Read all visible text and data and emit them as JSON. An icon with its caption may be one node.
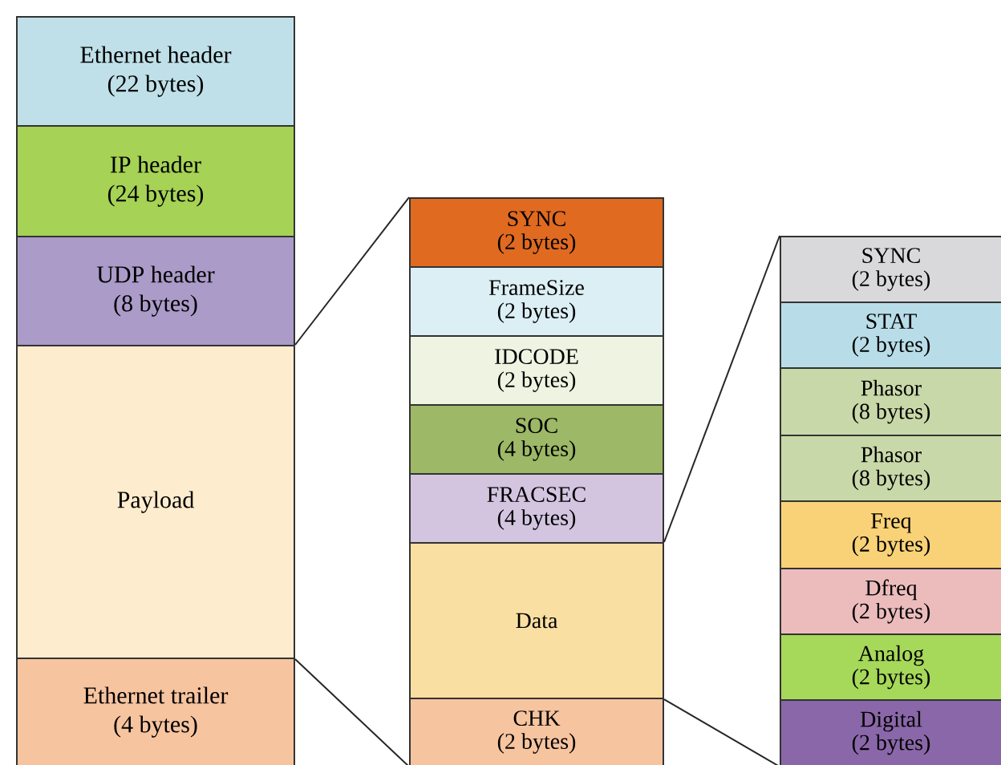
{
  "diagram": {
    "nodes": [
      {
        "text": [
          "Ethernet header",
          "(22 bytes)"
        ]
      },
      {
        "text": [
          "IP header",
          "(24 bytes)"
        ]
      },
      {
        "text": [
          "UDP header",
          "(8 bytes)"
        ]
      },
      {
        "text": [
          "Payload"
        ]
      },
      {
        "text": [
          "Ethernet trailer",
          "(4 bytes)"
        ]
      },
      {
        "text": [
          "SYNC",
          "(2 bytes)"
        ]
      },
      {
        "text": [
          "FrameSize",
          "(2 bytes)"
        ]
      },
      {
        "text": [
          "IDCODE",
          "(2 bytes)"
        ]
      },
      {
        "text": [
          "SOC",
          "(4 bytes)"
        ]
      },
      {
        "text": [
          "FRACSEC",
          "(4 bytes)"
        ]
      },
      {
        "text": [
          "Data"
        ]
      },
      {
        "text": [
          "CHK",
          "(2 bytes)"
        ]
      },
      {
        "text": [
          "SYNC",
          "(2 bytes)"
        ]
      },
      {
        "text": [
          "STAT",
          "(2 bytes)"
        ]
      },
      {
        "text": [
          "Phasor",
          "(8 bytes)"
        ]
      },
      {
        "text": [
          "Phasor",
          "(8 bytes)"
        ]
      },
      {
        "text": [
          "Freq",
          "(2 bytes)"
        ]
      },
      {
        "text": [
          "Dfreq",
          "(2 bytes)"
        ]
      },
      {
        "text": [
          "Analog",
          "(2 bytes)"
        ]
      },
      {
        "text": [
          "Digital",
          "(2 bytes)"
        ]
      }
    ],
    "edges": [
      {
        "from": 3,
        "to": 5,
        "arrow": "none"
      },
      {
        "from": 3,
        "to": 11,
        "arrow": "none"
      },
      {
        "from": 10,
        "to": 12,
        "arrow": "none"
      },
      {
        "from": 10,
        "to": 19,
        "arrow": "none"
      }
    ]
  }
}
